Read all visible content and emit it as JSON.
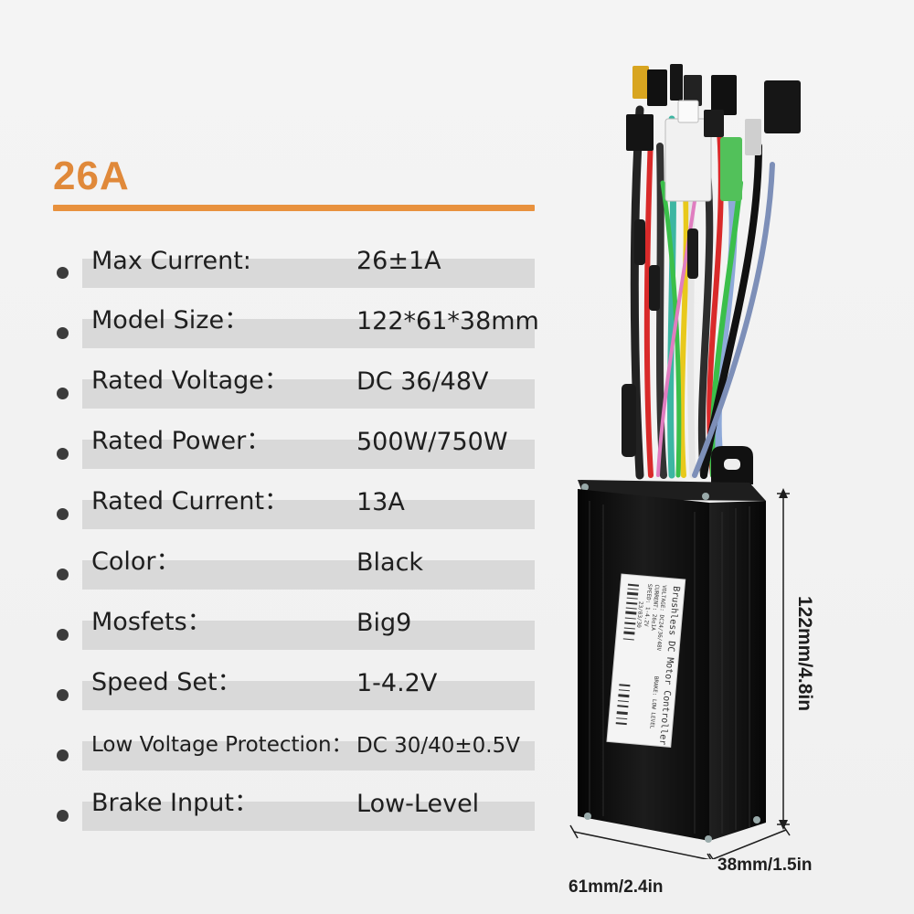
{
  "title": "26A",
  "specs": [
    {
      "label": "Max Current:",
      "value": "26±1A"
    },
    {
      "label": "Model Size：",
      "value": "122*61*38mm"
    },
    {
      "label": "Rated Voltage：",
      "value": "DC 36/48V"
    },
    {
      "label": "Rated Power：",
      "value": "500W/750W"
    },
    {
      "label": "Rated Current：",
      "value": "13A"
    },
    {
      "label": "Color：",
      "value": "Black"
    },
    {
      "label": "Mosfets：",
      "value": "Big9"
    },
    {
      "label": "Speed Set：",
      "value": "1-4.2V"
    },
    {
      "label": "Low Voltage Protection：",
      "value": "DC 30/40±0.5V"
    },
    {
      "label": "Brake Input：",
      "value": "Low-Level"
    }
  ],
  "dimensions": {
    "height": "122mm/4.8in",
    "depth": "38mm/1.5in",
    "width": "61mm/2.4in"
  },
  "product_label": {
    "heading": "Brushless DC Motor Controller",
    "line1": "VOLTAGE: DC24/36/48V",
    "line2": "CURRENT: 26±1A",
    "line3": "BRAKE: LOW LEVEL",
    "line4": "SPEED: 1-4.2V",
    "date": "23/03/30"
  },
  "colors": {
    "accent": "#e8913d",
    "bar": "#d9d9d9",
    "text": "#1e1e1e",
    "case": "#121212"
  }
}
